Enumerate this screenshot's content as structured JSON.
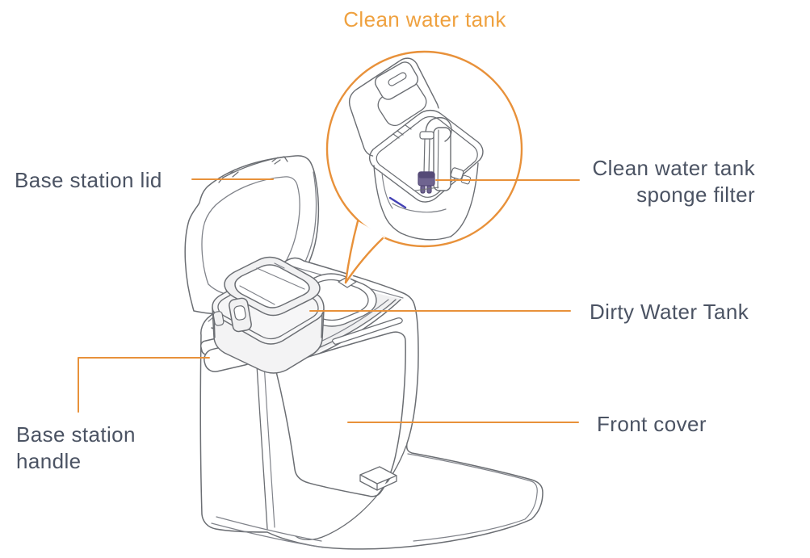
{
  "figure": {
    "type": "product-parts-diagram",
    "subject": "robot vacuum base station, exploded callout view"
  },
  "callouts": [
    {
      "id": "clean-water-tank",
      "label": "Clean water tank",
      "position": "top-center",
      "style": "orange-title"
    },
    {
      "id": "base-station-lid",
      "label": "Base station lid",
      "position": "left"
    },
    {
      "id": "clean-water-tank-sponge-filter",
      "label": "Clean water tank sponge filter",
      "lines": [
        "Clean water tank",
        "sponge filter"
      ],
      "position": "right"
    },
    {
      "id": "dirty-water-tank",
      "label": "Dirty Water Tank",
      "position": "right"
    },
    {
      "id": "front-cover",
      "label": "Front cover",
      "position": "right"
    },
    {
      "id": "base-station-handle",
      "label": "Base station handle",
      "lines": [
        "Base station",
        "handle"
      ],
      "position": "bottom-left"
    }
  ],
  "colors": {
    "accent_orange_lines": "#E8913A",
    "title_orange": "#EFA13F",
    "label_text": "#4B5363",
    "artwork_line_gray": "#6B6E73",
    "artwork_fill_light": "#F1F1F3",
    "sponge_filter_purple": "#6F6490",
    "sponge_filter_purple_dark": "#554A77",
    "tank_mark_blue": "#4341B5",
    "background": "#FFFFFF"
  }
}
